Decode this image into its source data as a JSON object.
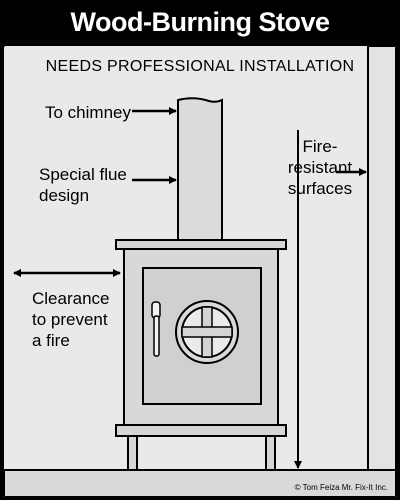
{
  "title": "Wood-Burning Stove",
  "subtitle": "NEEDS PROFESSIONAL INSTALLATION",
  "labels": {
    "chimney": "To chimney",
    "flue": "Special flue\ndesign",
    "fire_resistant": "Fire-\nresistant\nsurfaces",
    "clearance": "Clearance\nto prevent\na fire"
  },
  "copyright": "© Tom Feiza Mr. Fix-It Inc."
}
